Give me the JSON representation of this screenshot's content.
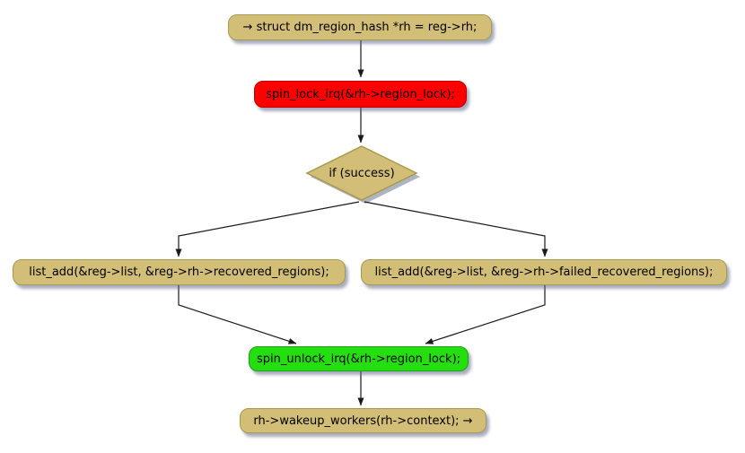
{
  "diagram": {
    "type": "flowchart",
    "background": "#ffffff",
    "nodes": {
      "start": {
        "label": "→ struct dm_region_hash *rh = reg->rh;",
        "shape": "rounded-rect",
        "fill": "#D2BE76"
      },
      "spin_lock": {
        "label": "spin_lock_irq(&rh->region_lock);",
        "shape": "rounded-rect",
        "fill": "#FD0000"
      },
      "if_success": {
        "label": "if (success)",
        "shape": "diamond",
        "fill": "#D2BE76"
      },
      "list_add_recovered": {
        "label": "list_add(&reg->list, &reg->rh->recovered_regions);",
        "shape": "rounded-rect",
        "fill": "#D2BE76"
      },
      "list_add_failed_recovered": {
        "label": "list_add(&reg->list, &reg->rh->failed_recovered_regions);",
        "shape": "rounded-rect",
        "fill": "#D2BE76"
      },
      "spin_unlock": {
        "label": "spin_unlock_irq(&rh->region_lock);",
        "shape": "rounded-rect",
        "fill": "#24DE10"
      },
      "wakeup_workers": {
        "label": "rh->wakeup_workers(rh->context); →",
        "shape": "rounded-rect",
        "fill": "#D2BE76"
      }
    },
    "edges": [
      {
        "from": "start",
        "to": "spin_lock"
      },
      {
        "from": "spin_lock",
        "to": "if_success"
      },
      {
        "from": "if_success",
        "to": "list_add_recovered"
      },
      {
        "from": "if_success",
        "to": "list_add_failed_recovered"
      },
      {
        "from": "list_add_recovered",
        "to": "spin_unlock"
      },
      {
        "from": "list_add_failed_recovered",
        "to": "spin_unlock"
      },
      {
        "from": "spin_unlock",
        "to": "wakeup_workers"
      }
    ],
    "colors": {
      "tan_fill": "#D2BE76",
      "tan_border": "#A79A4D",
      "red_fill": "#FD0000",
      "red_border": "#C00000",
      "green_fill": "#24DE10",
      "green_border": "#16A80E",
      "line": "#1A1A1A",
      "shadow": "#606A8A",
      "text": "#000000"
    }
  }
}
